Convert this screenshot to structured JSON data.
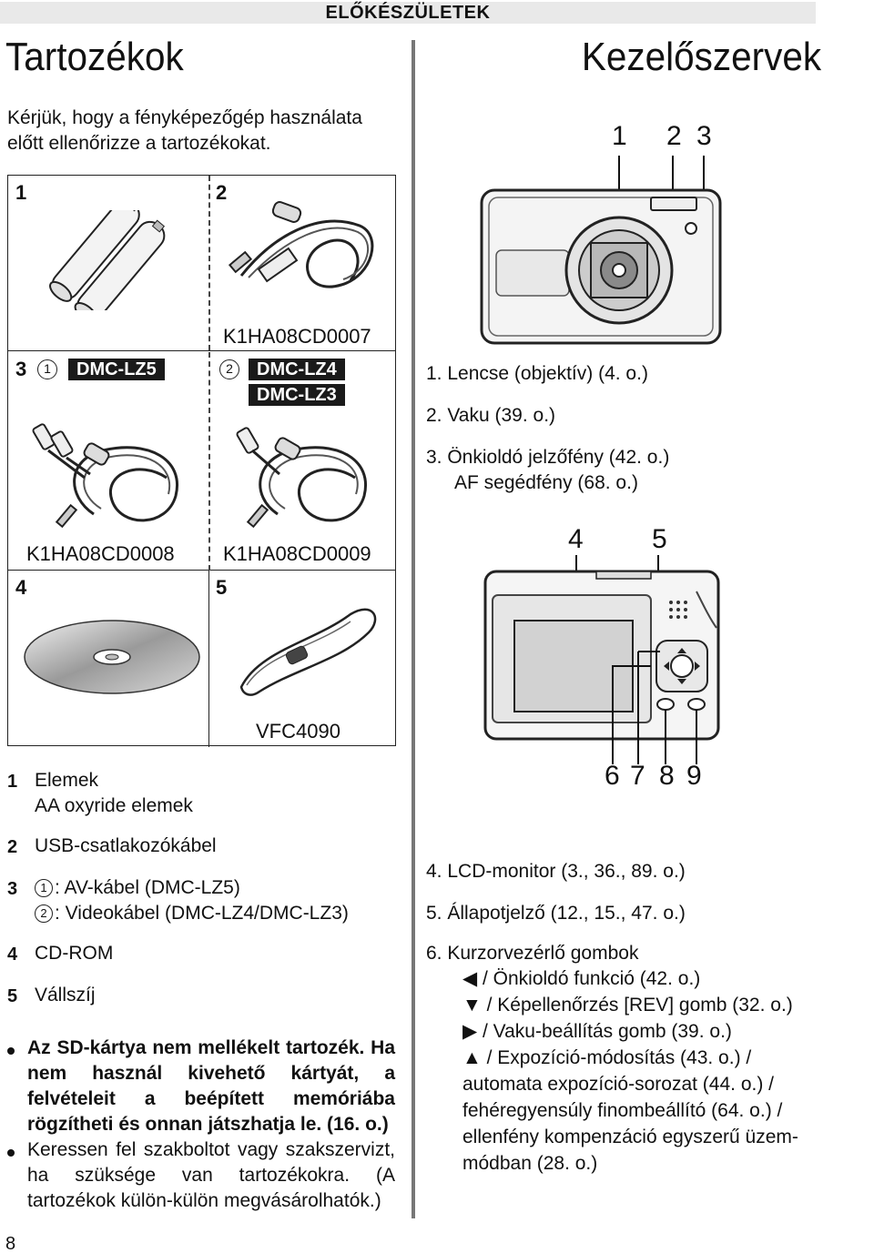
{
  "header": {
    "section": "ELŐKÉSZÜLETEK"
  },
  "left": {
    "title": "Tartozékok",
    "intro": [
      "Kérjük, hogy a fényképezőgép használata",
      "előtt ellenőrizze a tartozékokat."
    ],
    "box": {
      "cell1_num": "1",
      "cell2_num": "2",
      "cell2_code": "K1HA08CD0007",
      "cell3_num": "3",
      "cell3_circle1": "1",
      "cell3_badge1": "DMC-LZ5",
      "cell3_circle2": "2",
      "cell3_badge2a": "DMC-LZ4",
      "cell3_badge2b": "DMC-LZ3",
      "code_av": "K1HA08CD0008",
      "code_video": "K1HA08CD0009",
      "cell4_num": "4",
      "cell5_num": "5",
      "cell5_code": "VFC4090"
    },
    "items": [
      {
        "num": "1",
        "lines": [
          "Elemek",
          "AA oxyride elemek"
        ]
      },
      {
        "num": "2",
        "lines": [
          "USB-csatlakozókábel"
        ]
      },
      {
        "num": "3",
        "c1": "1",
        "line1": ": AV-kábel (DMC-LZ5)",
        "c2": "2",
        "line2": ": Videokábel (DMC-LZ4/DMC-LZ3)"
      },
      {
        "num": "4",
        "lines": [
          "CD-ROM"
        ]
      },
      {
        "num": "5",
        "lines": [
          "Vállszíj"
        ]
      }
    ],
    "notes": {
      "bold": "Az SD-kártya nem mellékelt tartozék. Ha nem használ kivehető kártyát, a felvételeit a beépített memóriába rögzítheti és onnan játszhatja le. (16. o.)",
      "normal": "Keressen fel szakboltot vagy szakszervizt, ha szüksége van tartozékokra. (A tartozékok külön-külön megvásárolhatók.)"
    },
    "page_number": "8"
  },
  "right": {
    "title": "Kezelőszervek",
    "front_callouts": [
      "1",
      "2",
      "3"
    ],
    "front_items": [
      "1.  Lencse (objektív) (4. o.)",
      "2.  Vaku (39. o.)",
      "3.  Önkioldó jelzőfény (42. o.)",
      "AF segédfény (68. o.)"
    ],
    "back_callouts_top": [
      "4",
      "5"
    ],
    "back_callouts_bottom": [
      "6",
      "7",
      "8",
      "9"
    ],
    "back_items": [
      "4.  LCD-monitor (3., 36., 89. o.)",
      "5.  Állapotjelző (12., 15., 47. o.)",
      "6.  Kurzorvezérlő gombok"
    ],
    "cursor_items": [
      "◀ / Önkioldó funkció (42. o.)",
      "▼ / Képellenőrzés [REV] gomb (32. o.)",
      "▶ / Vaku-beállítás gomb (39. o.)",
      "▲ / Expozíció-módosítás (43. o.) /",
      "automata expozíció-sorozat (44. o.) /",
      "fehéregyensúly finombeállító (64. o.) /",
      "ellenfény kompenzáció egyszerű üzem-",
      "módban (28. o.)"
    ]
  }
}
